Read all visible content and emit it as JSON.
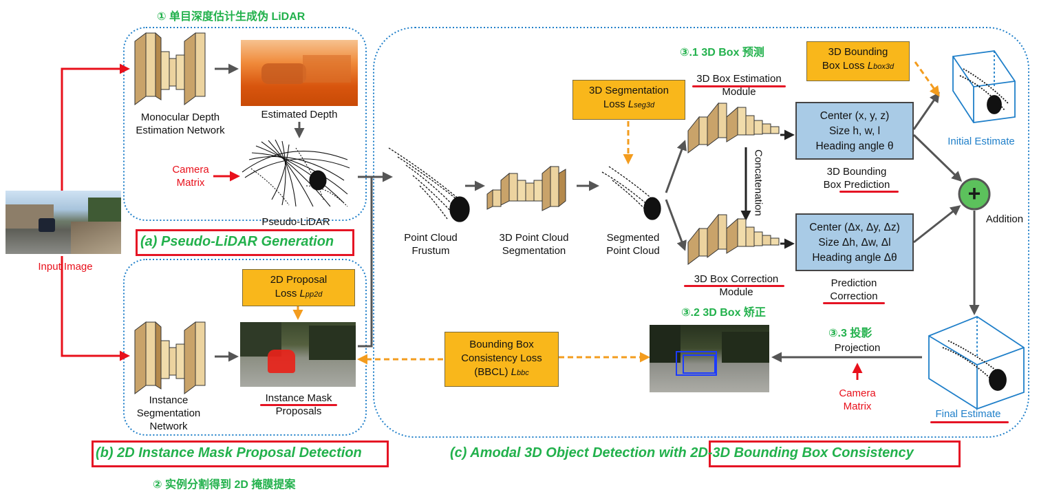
{
  "section_a": {
    "step_title": "① 单目深度估计生成伪 LiDAR",
    "title": "(a) Pseudo-LiDAR Generation",
    "depth_net_line1": "Monocular Depth",
    "depth_net_line2": "Estimation Network",
    "estimated_depth": "Estimated Depth",
    "camera_matrix_line1": "Camera",
    "camera_matrix_line2": "Matrix",
    "pseudo_lidar": "Pseudo-LiDAR"
  },
  "section_b": {
    "step_title": "② 实例分割得到 2D 掩膜提案",
    "title": "(b) 2D Instance Mask Proposal Detection",
    "seg_net_line1": "Instance",
    "seg_net_line2": "Segmentation",
    "seg_net_line3": "Network",
    "proposal_loss_line1": "2D Proposal",
    "proposal_loss_prefix": "Loss ",
    "proposal_loss_L": "L",
    "proposal_loss_sub": "pp2d",
    "mask_line1": "Instance Mask",
    "mask_line2": "Proposals"
  },
  "input_image": "Input Image",
  "section_c": {
    "title_prefix": "(c) Amodal 3D Object Detection with ",
    "title_highlight": "2D-3D Bounding Box Consistency",
    "step1": "③.1 3D Box 预测",
    "step2": "③.2 3D Box 矫正",
    "step3": "③.3 投影",
    "frustum_line1": "Point Cloud",
    "frustum_line2": "Frustum",
    "seg_line1": "3D Point Cloud",
    "seg_line2": "Segmentation",
    "segmented_line1": "Segmented",
    "segmented_line2": "Point Cloud",
    "seg_loss_line1": "3D Segmentation",
    "seg_loss_prefix": "Loss ",
    "seg_loss_L": "L",
    "seg_loss_sub": "seg3d",
    "est_module_line1": "3D Box Estimation",
    "est_module_line2": "Module",
    "corr_module_line1": "3D Box Correction",
    "corr_module_line2": "Module",
    "concatenation": "Concatenation",
    "pred_box_line1": "Center (x, y, z)",
    "pred_box_line2": "Size h, w, l",
    "pred_box_line3": "Heading angle θ",
    "pred_label_line1": "3D Bounding",
    "pred_label_prefix": "Box ",
    "pred_label_word": "Prediction",
    "corr_box_line1": "Center (Δx, Δy, Δz)",
    "corr_box_line2": "Size Δh, Δw, Δl",
    "corr_box_line3": "Heading angle Δθ",
    "corr_label_line1": "Prediction",
    "corr_label_line2": "Correction",
    "box_loss_line1": "3D Bounding",
    "box_loss_prefix": "Box Loss ",
    "box_loss_L": "L",
    "box_loss_sub": "box3d",
    "initial_estimate": "Initial Estimate",
    "addition": "Addition",
    "plus": "+",
    "final_estimate": "Final Estimate",
    "projection": "Projection",
    "camera_matrix_line1": "Camera",
    "camera_matrix_line2": "Matrix",
    "bbcl_line1": "Bounding Box",
    "bbcl_line2": "Consistency Loss",
    "bbcl_prefix": "(BBCL) ",
    "bbcl_L": "L",
    "bbcl_sub": "bbc"
  },
  "colors": {
    "green": "#22b14c",
    "red": "#e51424",
    "orange_box": "#f9b71b",
    "blue_box": "#a9cbe6",
    "blue_outline": "#1f7fc9"
  }
}
